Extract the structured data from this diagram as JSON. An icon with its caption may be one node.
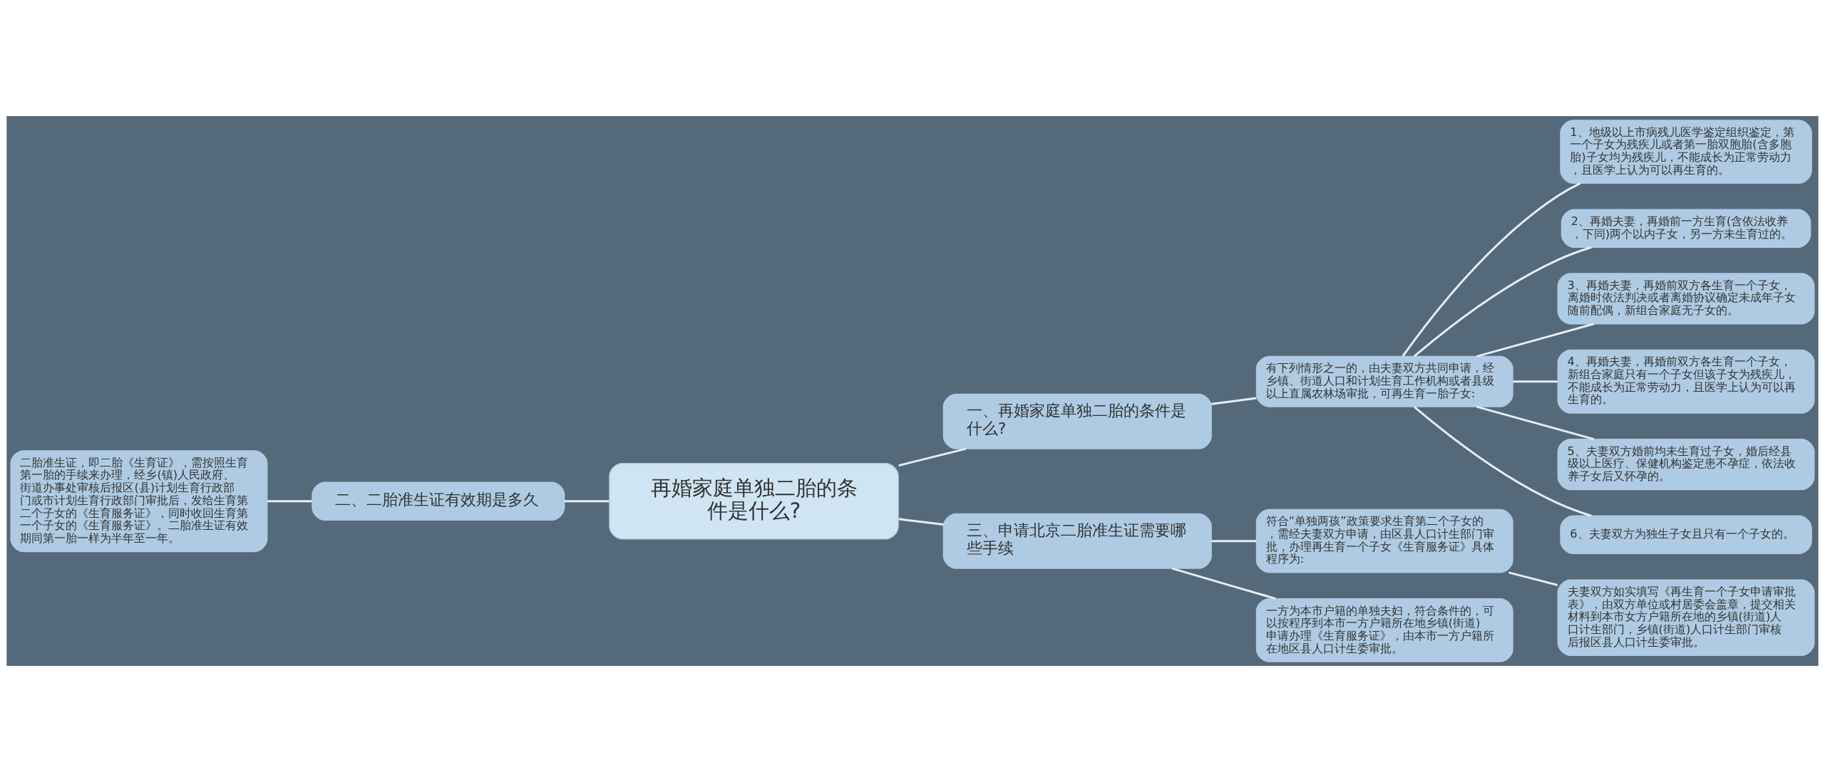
{
  "diagram": {
    "nodes": [
      {
        "text": [
          "再婚家庭单独二胎的条件是什么?"
        ]
      },
      {
        "text": [
          "一、再婚家庭单独二胎的条件是什么?"
        ]
      },
      {
        "text": [
          "有下列情形之一的，由夫妻双方共同申请，经乡镇、街道人口和计划生育工作机构或者县级以上直属农林场审批，可再生育一胎子女:"
        ]
      },
      {
        "text": [
          "1、地级以上市病残儿医学鉴定组织鉴定，第一个子女为残疾儿或者第一胎双胞胎(含多胞胎)子女均为残疾儿，不能成长为正常劳动力，且医学上认为可以再生育的。"
        ]
      },
      {
        "text": [
          "2、再婚夫妻，再婚前一方生育(含依法收养，下同)两个以内子女，另一方未生育过的。"
        ]
      },
      {
        "text": [
          "3、再婚夫妻，再婚前双方各生育一个子女，离婚时依法判决或者离婚协议确定未成年子女随前配偶，新组合家庭无子女的。"
        ]
      },
      {
        "text": [
          "4、再婚夫妻，再婚前双方各生育一个子女，新组合家庭只有一个子女但该子女为残疾儿，不能成长为正常劳动力，且医学上认为可以再生育的。"
        ]
      },
      {
        "text": [
          "5、夫妻双方婚前均未生育过子女，婚后经县级以上医疗、保健机构鉴定患不孕症，依法收养子女后又怀孕的。"
        ]
      },
      {
        "text": [
          "6、夫妻双方为独生子女且只有一个子女的。"
        ]
      },
      {
        "text": [
          "三、申请北京二胎准生证需要哪些手续"
        ]
      },
      {
        "text": [
          "符合“单独两孩”政策要求生育第二个子女的，需经夫妻双方申请，由区县人口计生部门审批，办理再生育一个子女《生育服务证》具体程序为:"
        ]
      },
      {
        "text": [
          "夫妻双方如实填写《再生育一个子女申请审批表》，由双方单位或村居委会盖章，提交相关材料到本市女方户籍所在地的乡镇(街道)人口计生部门，乡镇(街道)人口计生部门审核后报区县人口计生委审批。"
        ]
      },
      {
        "text": [
          "一方为本市户籍的单独夫妇，符合条件的，可以按程序到本市一方户籍所在地乡镇(街道)申请办理《生育服务证》，由本市一方户籍所在地区县人口计生委审批。"
        ]
      },
      {
        "text": [
          "二、二胎准生证有效期是多久"
        ]
      },
      {
        "text": [
          "二胎准生证，即二胎《生育证》，需按照生育第一胎的手续来办理，经乡(镇)人民政府、街道办事处审核后报区(县)计划生育行政部门或市计划生育行政部门审批后，发给生育第二个子女的《生育服务证》，同时收回生育第一个子女的《生育服务证》。二胎准生证有效期同第一胎一样为半年至一年。"
        ]
      }
    ],
    "edges": [
      {
        "from": 0,
        "to": 1,
        "arrow": "none"
      },
      {
        "from": 1,
        "to": 2,
        "arrow": "none"
      },
      {
        "from": 2,
        "to": 3,
        "arrow": "none"
      },
      {
        "from": 2,
        "to": 4,
        "arrow": "none"
      },
      {
        "from": 2,
        "to": 5,
        "arrow": "none"
      },
      {
        "from": 2,
        "to": 6,
        "arrow": "none"
      },
      {
        "from": 2,
        "to": 7,
        "arrow": "none"
      },
      {
        "from": 2,
        "to": 8,
        "arrow": "none"
      },
      {
        "from": 0,
        "to": 9,
        "arrow": "none"
      },
      {
        "from": 9,
        "to": 10,
        "arrow": "none"
      },
      {
        "from": 10,
        "to": 11,
        "arrow": "none"
      },
      {
        "from": 9,
        "to": 12,
        "arrow": "none"
      },
      {
        "from": 0,
        "to": 13,
        "arrow": "none"
      },
      {
        "from": 13,
        "to": 14,
        "arrow": "none"
      }
    ]
  }
}
